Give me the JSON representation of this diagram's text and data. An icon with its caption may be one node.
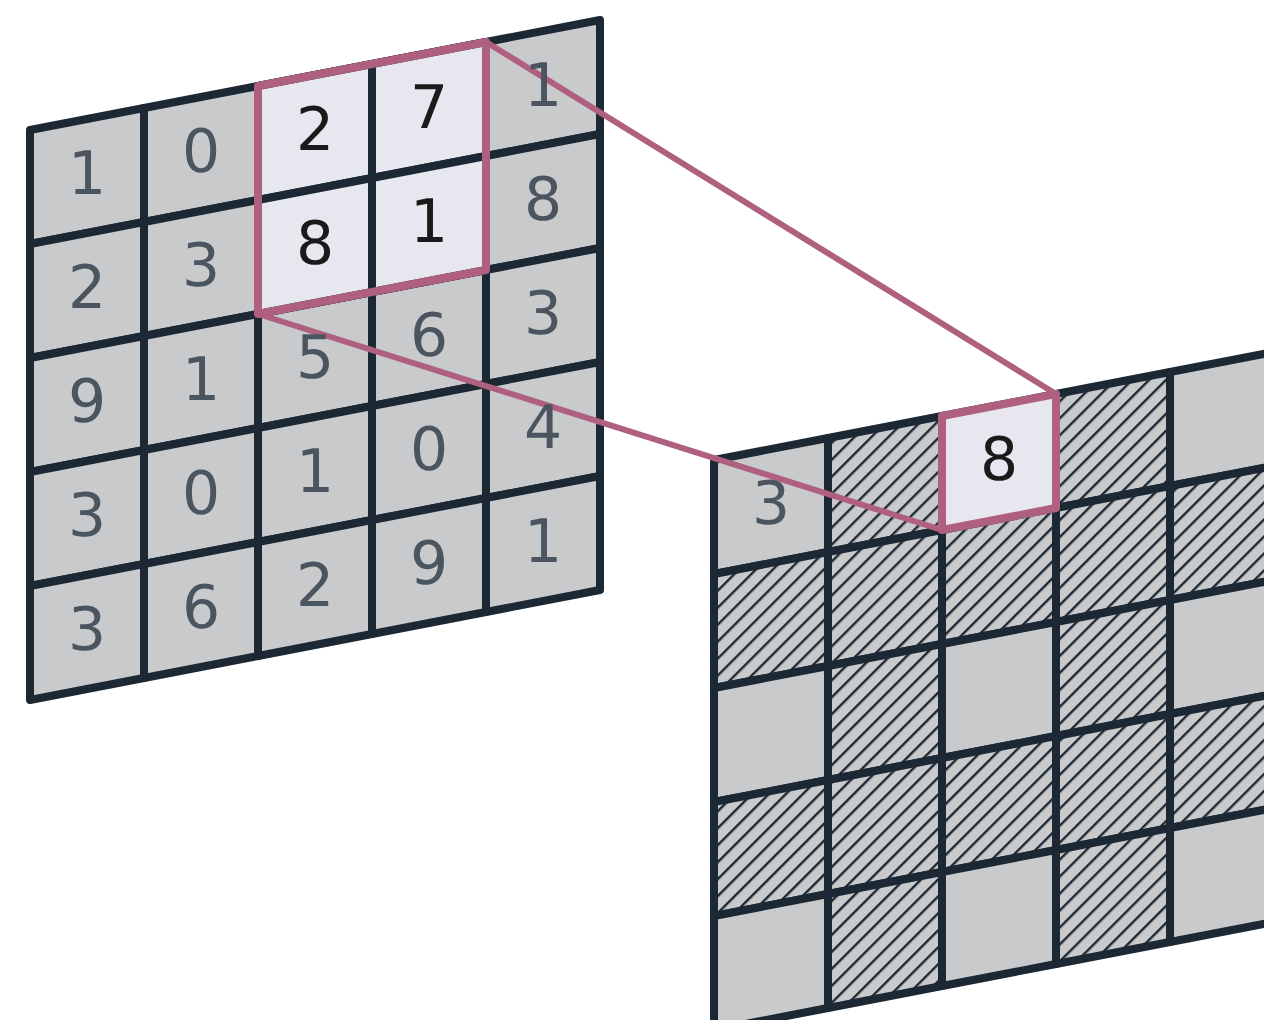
{
  "diagram": {
    "nodes": [
      {
        "text": [],
        "shape": "box"
      },
      {
        "text": [
          "2"
        ],
        "in": 0
      },
      {
        "text": [
          "7"
        ],
        "in": 0
      },
      {
        "text": [
          "8"
        ],
        "in": 0
      },
      {
        "text": [
          "1"
        ],
        "in": 0
      },
      {
        "text": [
          "8"
        ]
      }
    ],
    "edges": [
      {
        "from": 0,
        "to": 5,
        "arrow": "none"
      },
      {
        "from": 0,
        "to": 5,
        "arrow": "none"
      }
    ],
    "labels": [
      "1",
      "0",
      "1",
      "2",
      "3",
      "8",
      "9",
      "1",
      "5",
      "6",
      "3",
      "3",
      "0",
      "1",
      "0",
      "4",
      "3",
      "6",
      "2",
      "9",
      "1",
      "3"
    ]
  }
}
